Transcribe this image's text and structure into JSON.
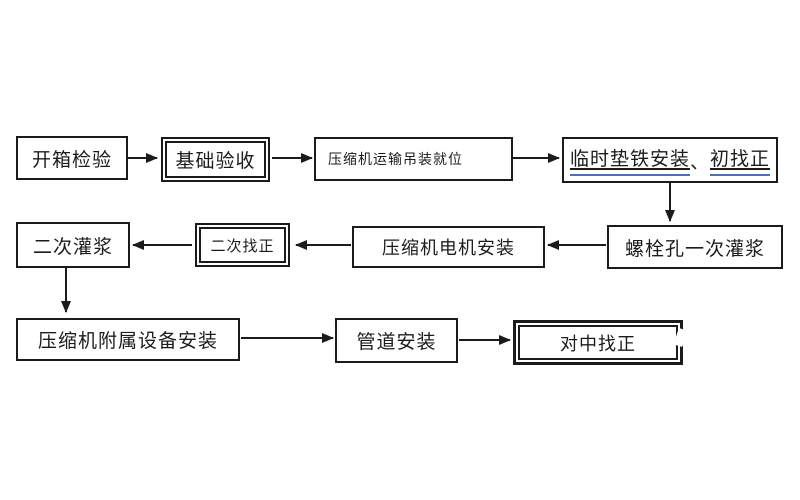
{
  "flowchart": {
    "colors": {
      "background": "#ffffff",
      "line": "#1b1b1b",
      "text": "#1c1c1c",
      "underline_accent": "#4472c4"
    },
    "boxes": {
      "unpacking": {
        "label": "开箱检验"
      },
      "foundation": {
        "label": "基础验收"
      },
      "transport": {
        "label": "压缩机运输吊装就位"
      },
      "temp_shim": {
        "part1": "临时垫铁安装",
        "separator": "、",
        "part2": "初找正"
      },
      "secondary_grouting": {
        "label": "二次灌浆"
      },
      "secondary_alignment": {
        "label": "二次找正"
      },
      "motor_install": {
        "label": "压缩机电机安装"
      },
      "bolt_hole_grouting": {
        "label": "螺栓孔一次灌浆"
      },
      "auxiliary_install": {
        "label": "压缩机附属设备安装"
      },
      "piping_install": {
        "label": "管道安装"
      },
      "centering_alignment": {
        "label": "对中找正"
      }
    },
    "edges": [
      {
        "from": "unpacking",
        "to": "foundation"
      },
      {
        "from": "foundation",
        "to": "transport"
      },
      {
        "from": "transport",
        "to": "temp_shim"
      },
      {
        "from": "temp_shim",
        "to": "bolt_hole_grouting"
      },
      {
        "from": "bolt_hole_grouting",
        "to": "motor_install"
      },
      {
        "from": "motor_install",
        "to": "secondary_alignment"
      },
      {
        "from": "secondary_alignment",
        "to": "secondary_grouting"
      },
      {
        "from": "secondary_grouting",
        "to": "auxiliary_install"
      },
      {
        "from": "auxiliary_install",
        "to": "piping_install"
      },
      {
        "from": "piping_install",
        "to": "centering_alignment"
      }
    ]
  }
}
